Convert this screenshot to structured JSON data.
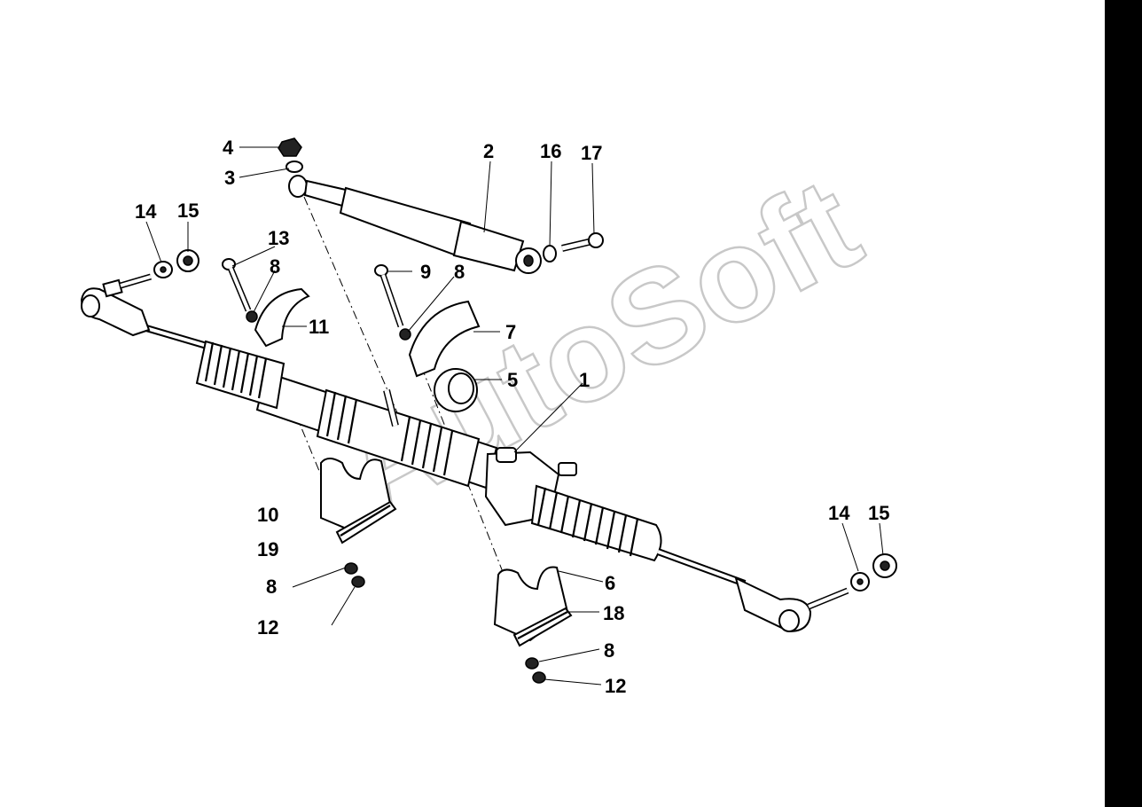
{
  "watermark": "AutoSoft",
  "callouts": [
    {
      "id": "c4",
      "text": "4"
    },
    {
      "id": "c3",
      "text": "3"
    },
    {
      "id": "c2",
      "text": "2"
    },
    {
      "id": "c16",
      "text": "16"
    },
    {
      "id": "c17",
      "text": "17"
    },
    {
      "id": "c14a",
      "text": "14"
    },
    {
      "id": "c15a",
      "text": "15"
    },
    {
      "id": "c13",
      "text": "13"
    },
    {
      "id": "c8a",
      "text": "8"
    },
    {
      "id": "c9",
      "text": "9"
    },
    {
      "id": "c8b",
      "text": "8"
    },
    {
      "id": "c11",
      "text": "11"
    },
    {
      "id": "c7",
      "text": "7"
    },
    {
      "id": "c5",
      "text": "5"
    },
    {
      "id": "c1",
      "text": "1"
    },
    {
      "id": "c10",
      "text": "10"
    },
    {
      "id": "c19",
      "text": "19"
    },
    {
      "id": "c8c",
      "text": "8"
    },
    {
      "id": "c12a",
      "text": "12"
    },
    {
      "id": "c6",
      "text": "6"
    },
    {
      "id": "c18",
      "text": "18"
    },
    {
      "id": "c8d",
      "text": "8"
    },
    {
      "id": "c12b",
      "text": "12"
    },
    {
      "id": "c14b",
      "text": "14"
    },
    {
      "id": "c15b",
      "text": "15"
    }
  ]
}
